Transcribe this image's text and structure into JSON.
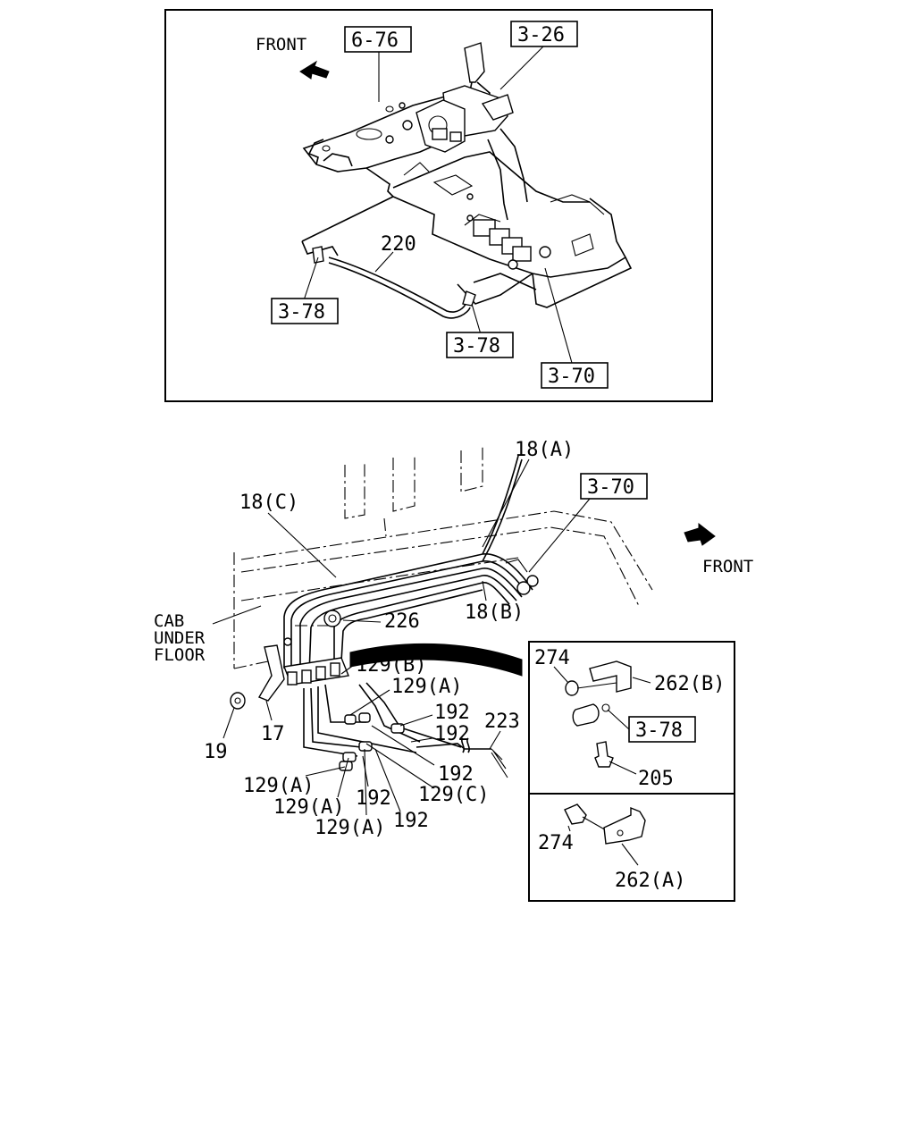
{
  "top_view": {
    "front_label": "FRONT",
    "callouts": {
      "ref_6_76": "6-76",
      "ref_3_26": "3-26",
      "part_220": "220",
      "ref_3_78_left": "3-78",
      "ref_3_78_right": "3-78",
      "ref_3_70": "3-70"
    }
  },
  "bottom_view": {
    "front_label": "FRONT",
    "cab_under_floor": [
      "CAB",
      "UNDER",
      "FLOOR"
    ],
    "callouts": {
      "p18A": "18(A)",
      "p18B": "18(B)",
      "p18C": "18(C)",
      "ref_3_70": "3-70",
      "p226": "226",
      "p129B": "129(B)",
      "p129A_1": "129(A)",
      "p192_1": "192",
      "p192_2": "192",
      "p223": "223",
      "p192_3": "192",
      "p129C": "129(C)",
      "p129A_2": "129(A)",
      "p129A_3": "129(A)",
      "p192_4": "192",
      "p129A_4": "129(A)",
      "p192_5": "192",
      "p19": "19",
      "p17": "17"
    },
    "detail_b": {
      "p274": "274",
      "p262B": "262(B)",
      "ref_3_78": "3-78",
      "p205": "205"
    },
    "detail_a": {
      "p274": "274",
      "p262A": "262(A)"
    }
  }
}
